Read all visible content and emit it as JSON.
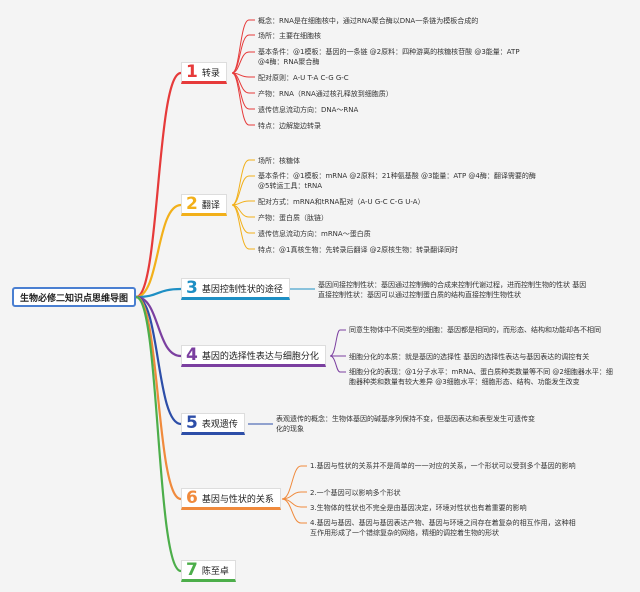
{
  "root": {
    "title": "生物必修二知识点思维导图"
  },
  "colors": {
    "t1": "#e63a3a",
    "t2": "#f2b01a",
    "t3": "#1e8fc4",
    "t4": "#7b3fa0",
    "t5": "#2d4ea8",
    "t6": "#f08a3c",
    "t7": "#4cae4a",
    "root": "#4a7fd1"
  },
  "topics": [
    {
      "num": "1",
      "label": "转录",
      "leaves": [
        "概念：RNA是在细胞核中，通过RNA聚合酶以DNA一条链为模板合成的",
        "场所：主要在细胞核",
        "基本条件：@1模板：基因的一条链 @2原料：四种游离的核糖核苷酸 @3能量：ATP @4酶：RNA聚合酶",
        "配对原则：A-U T-A C-G G-C",
        "产物：RNA（RNA通过核孔释放到细胞质）",
        "遗传信息流动方向：DNA～RNA",
        "特点：边解旋边转录"
      ]
    },
    {
      "num": "2",
      "label": "翻译",
      "leaves": [
        "场所：核糖体",
        "基本条件：@1模板：mRNA @2原料：21种氨基酸 @3能量：ATP @4酶：翻译需要的酶 @5转运工具：tRNA",
        "配对方式：mRNA和tRNA配对（A-U G-C C-G U-A）",
        "产物：蛋白质（肽链）",
        "遗传信息流动方向：mRNA～蛋白质",
        "特点：@1真核生物：先转录后翻译 @2原核生物：转录翻译同时"
      ]
    },
    {
      "num": "3",
      "label": "基因控制性状的途径",
      "leaves": [
        "基因间接控制性状：基因通过控制酶的合成来控制代谢过程，进而控制生物的性状 基因直接控制性状：基因可以通过控制蛋白质的结构直接控制生物性状"
      ]
    },
    {
      "num": "4",
      "label": "基因的选择性表达与细胞分化",
      "leaves": [
        "同意生物体中不同类型的细胞：基因都是相同的，而形态、结构和功能却各不相同",
        "细胞分化的本质：就是基因的选择性 基因的选择性表达与基因表达的调控有关",
        "细胞分化的表现：@1分子水平：mRNA、蛋白质种类数量等不同 @2细胞器水平：细胞器种类和数量有较大差异 @3细胞水平：细胞形态、结构、功能发生改变"
      ]
    },
    {
      "num": "5",
      "label": "表观遗传",
      "leaves": [
        "表观遗传的概念：生物体基因的碱基序列保持不变，但基因表达和表型发生可遗传变化的现象"
      ]
    },
    {
      "num": "6",
      "label": "基因与性状的关系",
      "leaves": [
        "1.基因与性状的关系并不是简单的一一对应的关系，一个形状可以受到多个基因的影响",
        "2.一个基因可以影响多个形状",
        "3.生物体的性状也不完全是由基因决定，环境对性状也有着重要的影响",
        "4.基因与基因、基因与基因表达产物、基因与环境之间存在着复杂的相互作用，这种相互作用形成了一个错综复杂的网络，精细的调控着生物的形状"
      ]
    },
    {
      "num": "7",
      "label": "陈至卓",
      "leaves": []
    }
  ]
}
